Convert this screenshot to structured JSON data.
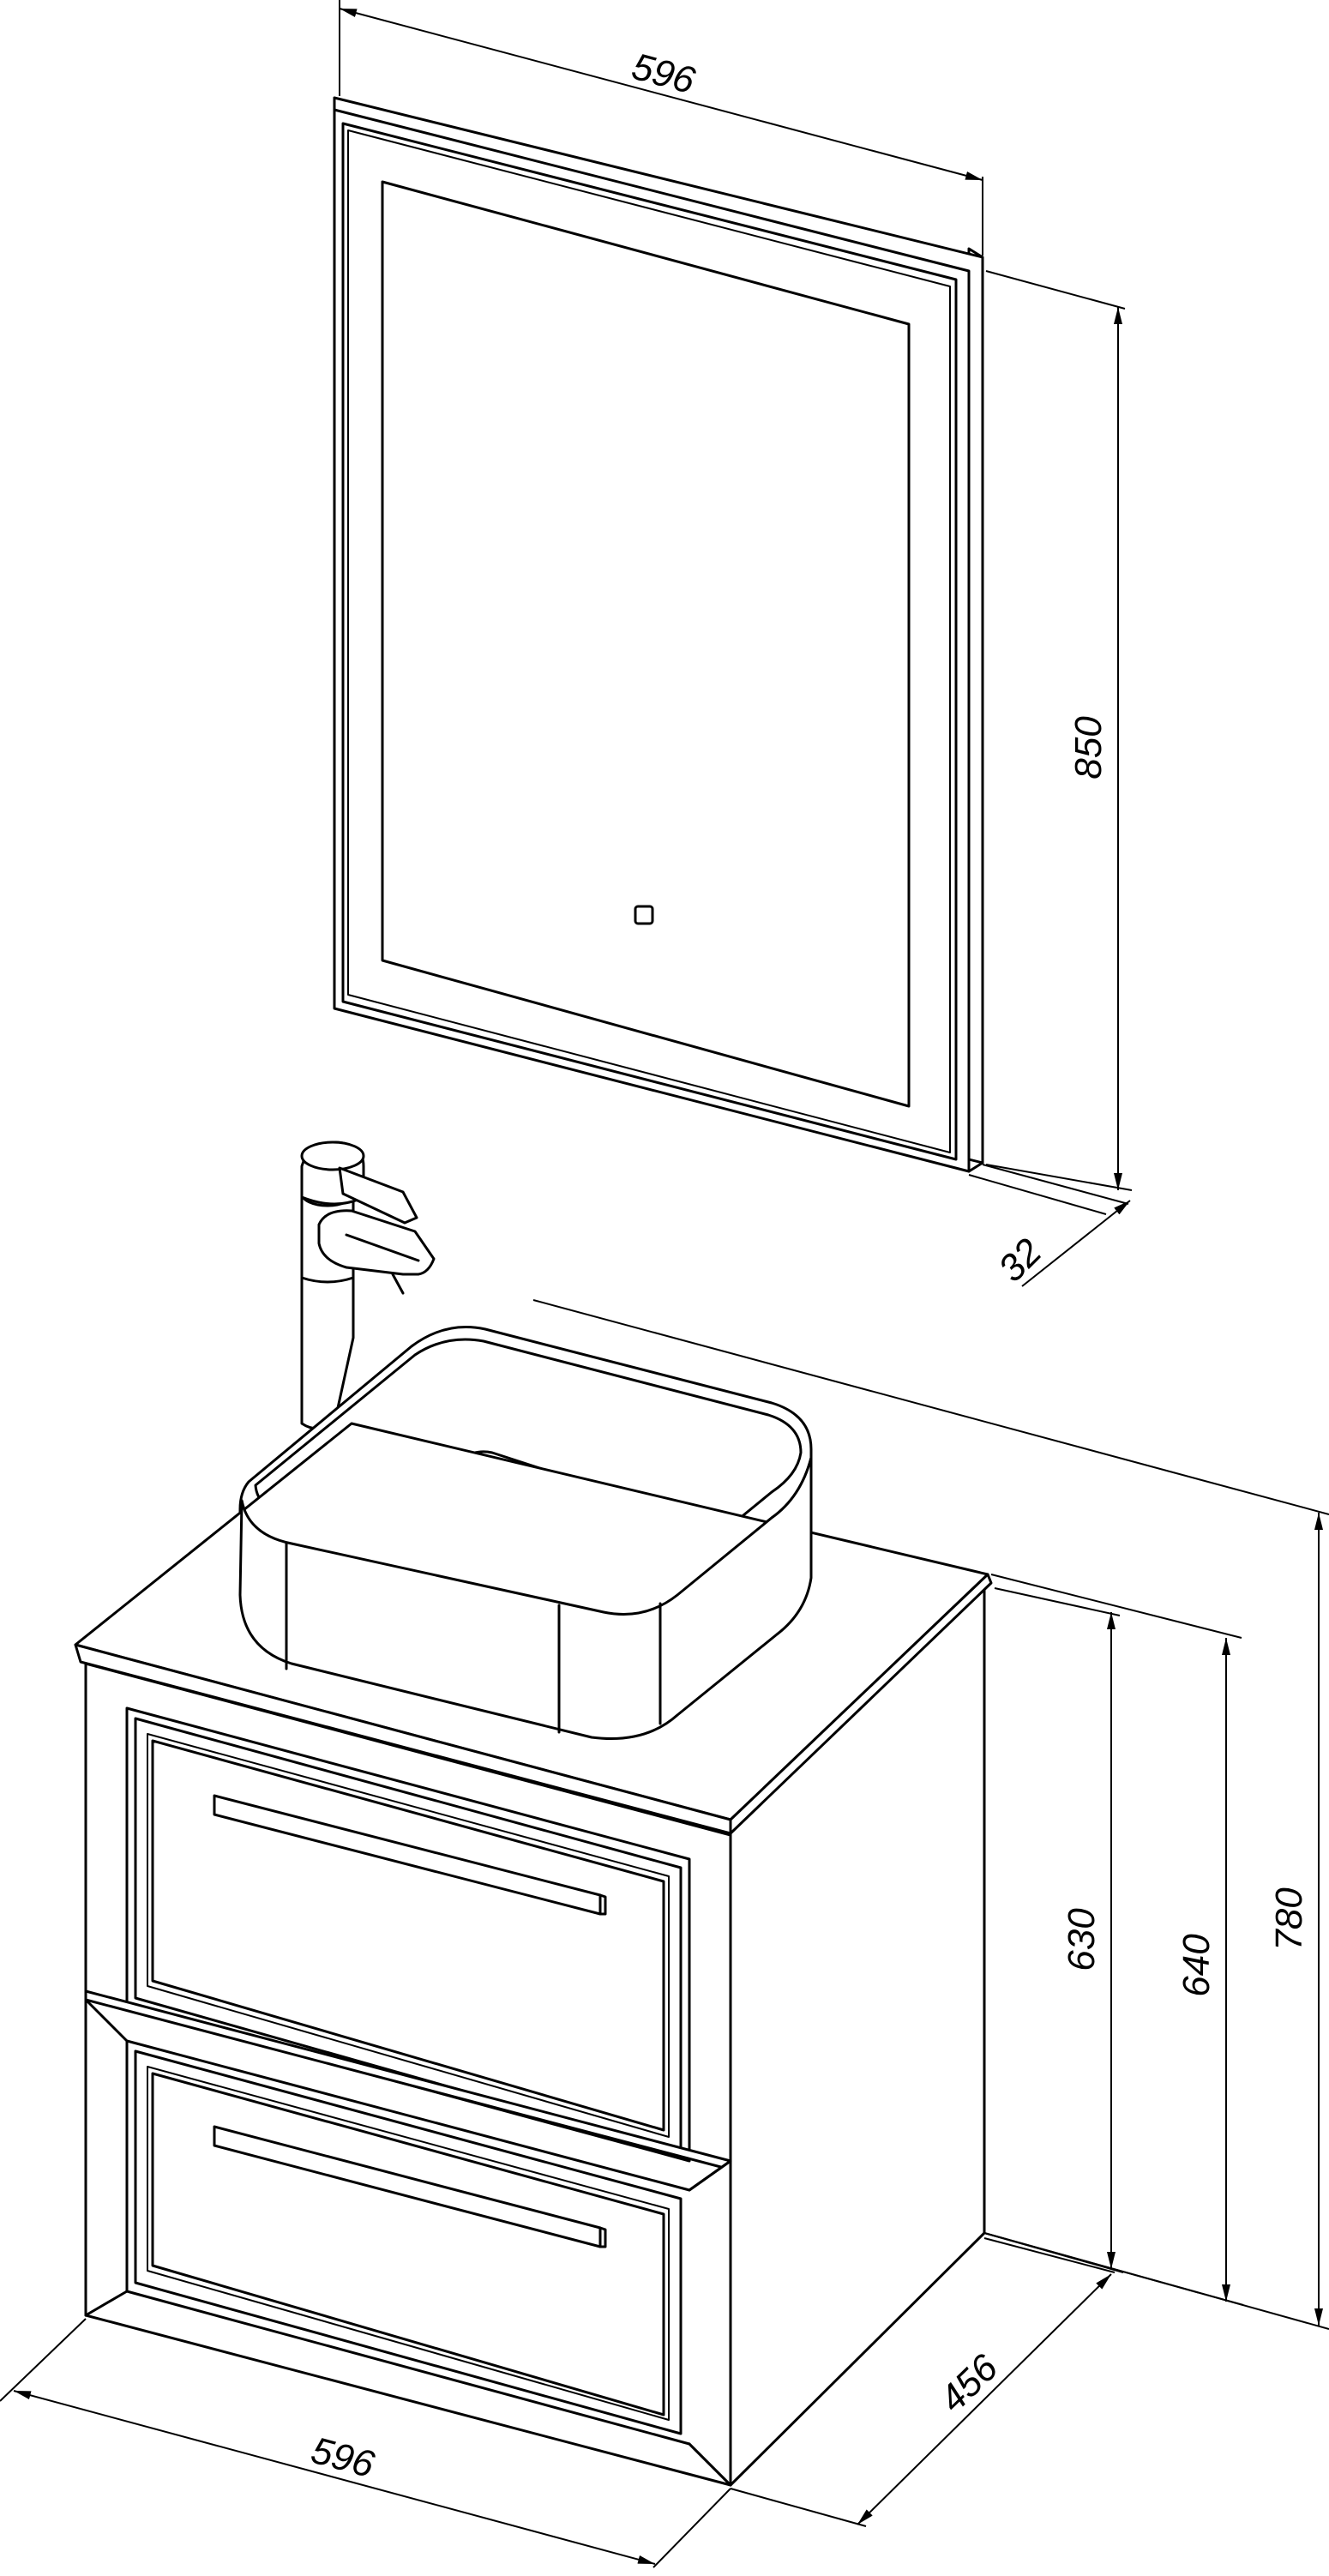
{
  "dimensions": {
    "mirror_width": "596",
    "mirror_height": "850",
    "mirror_depth": "32",
    "cabinet_width": "596",
    "cabinet_depth": "456",
    "cabinet_height": "630",
    "cabinet_with_top_height": "640",
    "overall_height": "780"
  }
}
